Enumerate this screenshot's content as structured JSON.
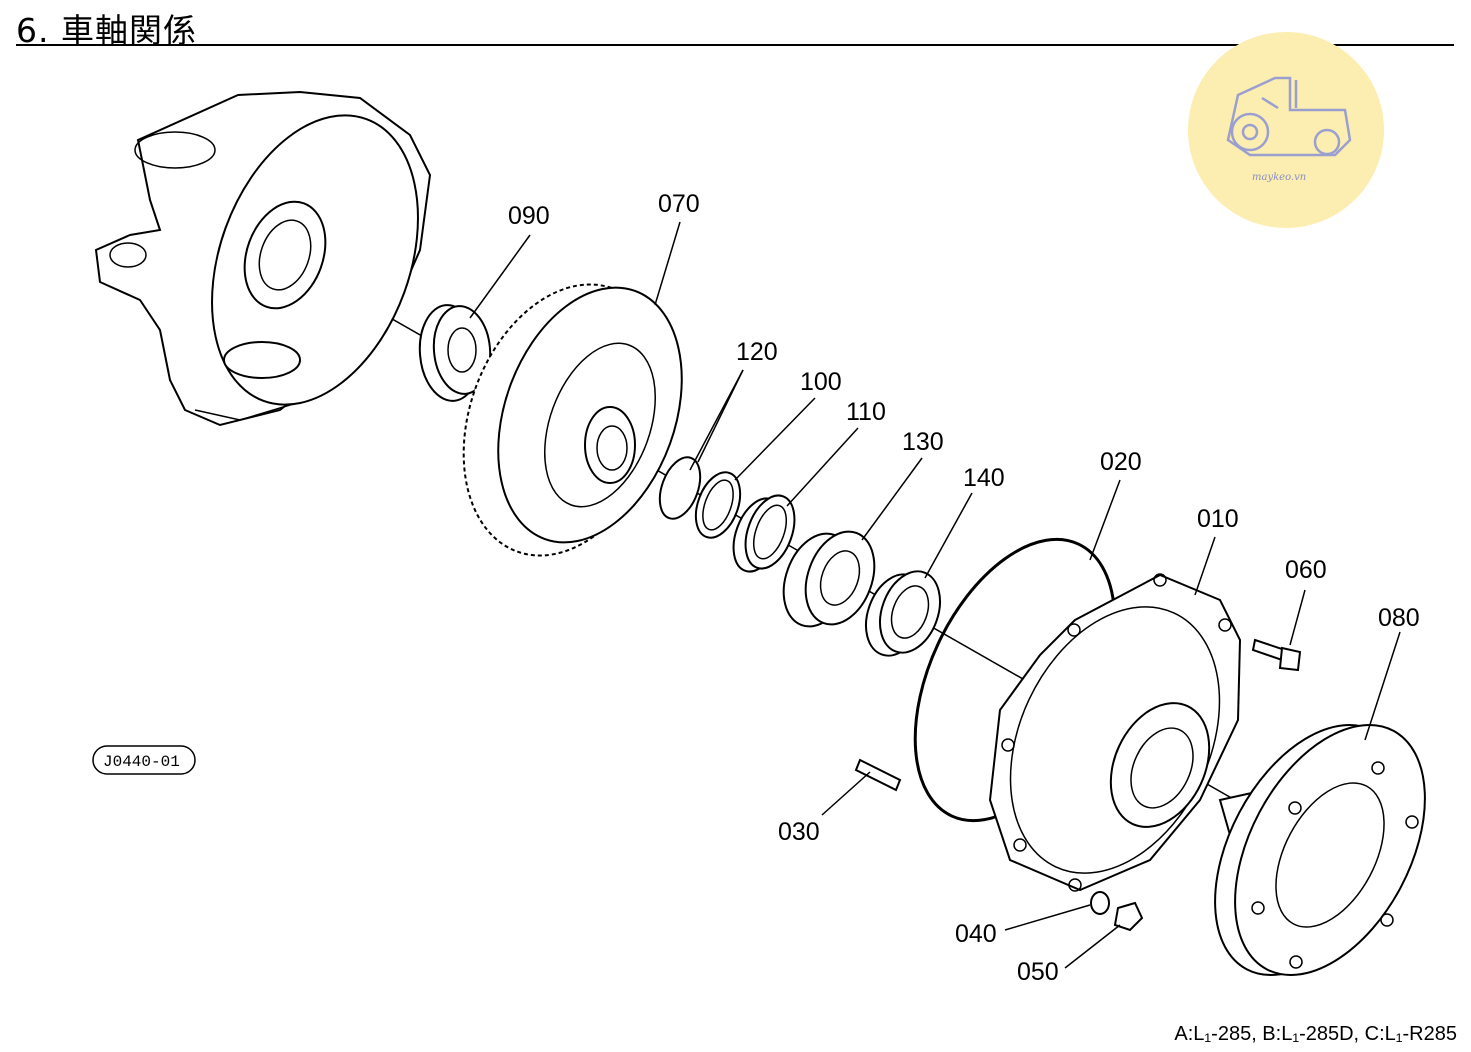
{
  "page": {
    "title": "6. 車軸関係",
    "drawing_code": "J0440-01",
    "model_note": "A:L₁-285, B:L₁-285D, C:L₁-R285"
  },
  "logo": {
    "text": "maykeo.vn",
    "color": "#fbeeb0"
  },
  "callouts": {
    "p090": "090",
    "p070": "070",
    "p120": "120",
    "p100": "100",
    "p110": "110",
    "p130": "130",
    "p140": "140",
    "p020": "020",
    "p010": "010",
    "p060": "060",
    "p080": "080",
    "p030": "030",
    "p040": "040",
    "p050": "050"
  }
}
